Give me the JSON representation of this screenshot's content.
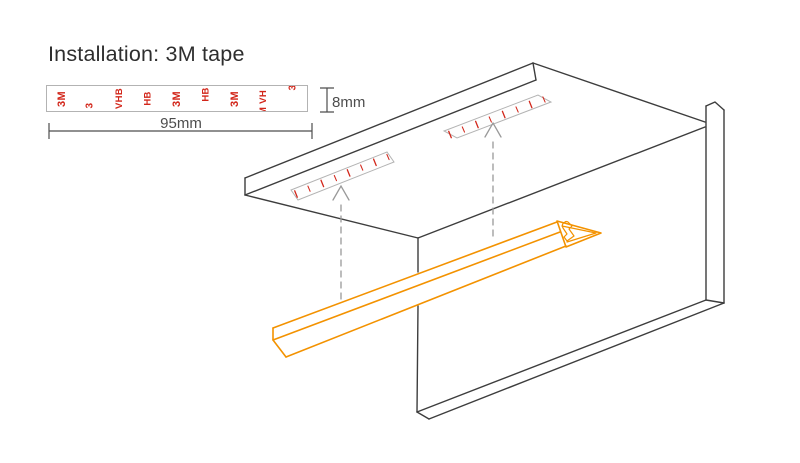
{
  "title": "Installation: 3M tape",
  "tape_sample": {
    "width_label": "95mm",
    "height_label": "8mm",
    "print_labels": [
      "3M",
      "3",
      "VHB",
      "HB",
      "3M",
      "HB",
      "3M",
      "M VH",
      "3"
    ]
  },
  "icons": {
    "mounting_direction_arrow": "dashed-arrow-up",
    "end_cap_clip": "clip-glyph"
  },
  "colors": {
    "accent_orange": "#F39200",
    "tape_print_red": "#D2261A",
    "outline_dark": "#3D3D3D",
    "dimension_gray": "#4D4D4D",
    "arrow_gray": "#999999",
    "tape_border_gray": "#B3B3B3",
    "background": "#FFFFFF"
  }
}
